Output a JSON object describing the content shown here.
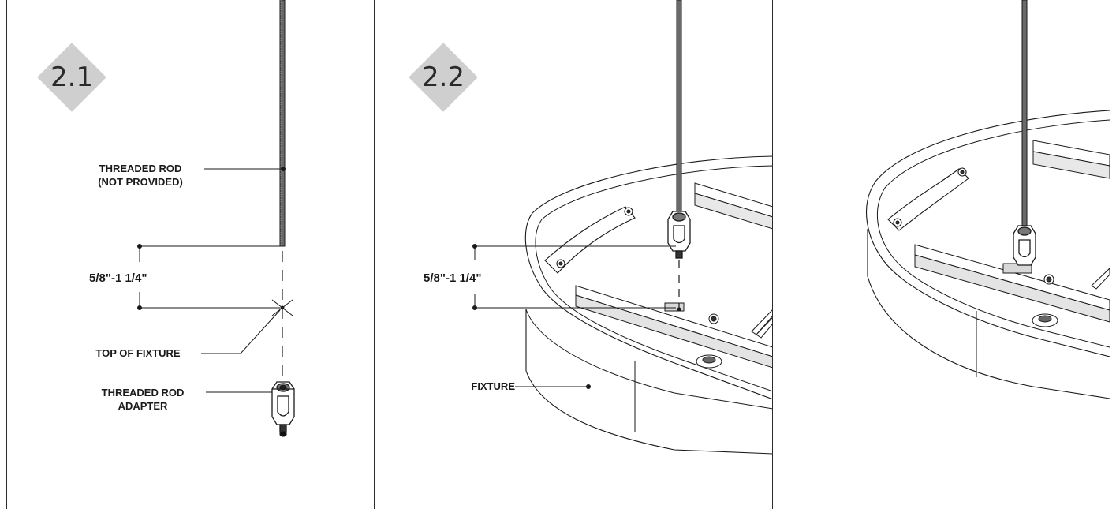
{
  "steps": {
    "step1": {
      "number": "2.1",
      "labels": {
        "threaded_rod": "THREADED ROD",
        "not_provided": "(NOT PROVIDED)",
        "dimension": "5/8\"-1 1/4\"",
        "top_of_fixture": "TOP OF FIXTURE",
        "adapter_line1": "THREADED ROD",
        "adapter_line2": "ADAPTER"
      }
    },
    "step2": {
      "number": "2.2",
      "labels": {
        "dimension": "5/8\"-1 1/4\"",
        "fixture": "FIXTURE"
      }
    }
  },
  "colors": {
    "badge": "#cfcfcf",
    "line": "#1a1a1a",
    "rod": "#5a5a5a"
  }
}
